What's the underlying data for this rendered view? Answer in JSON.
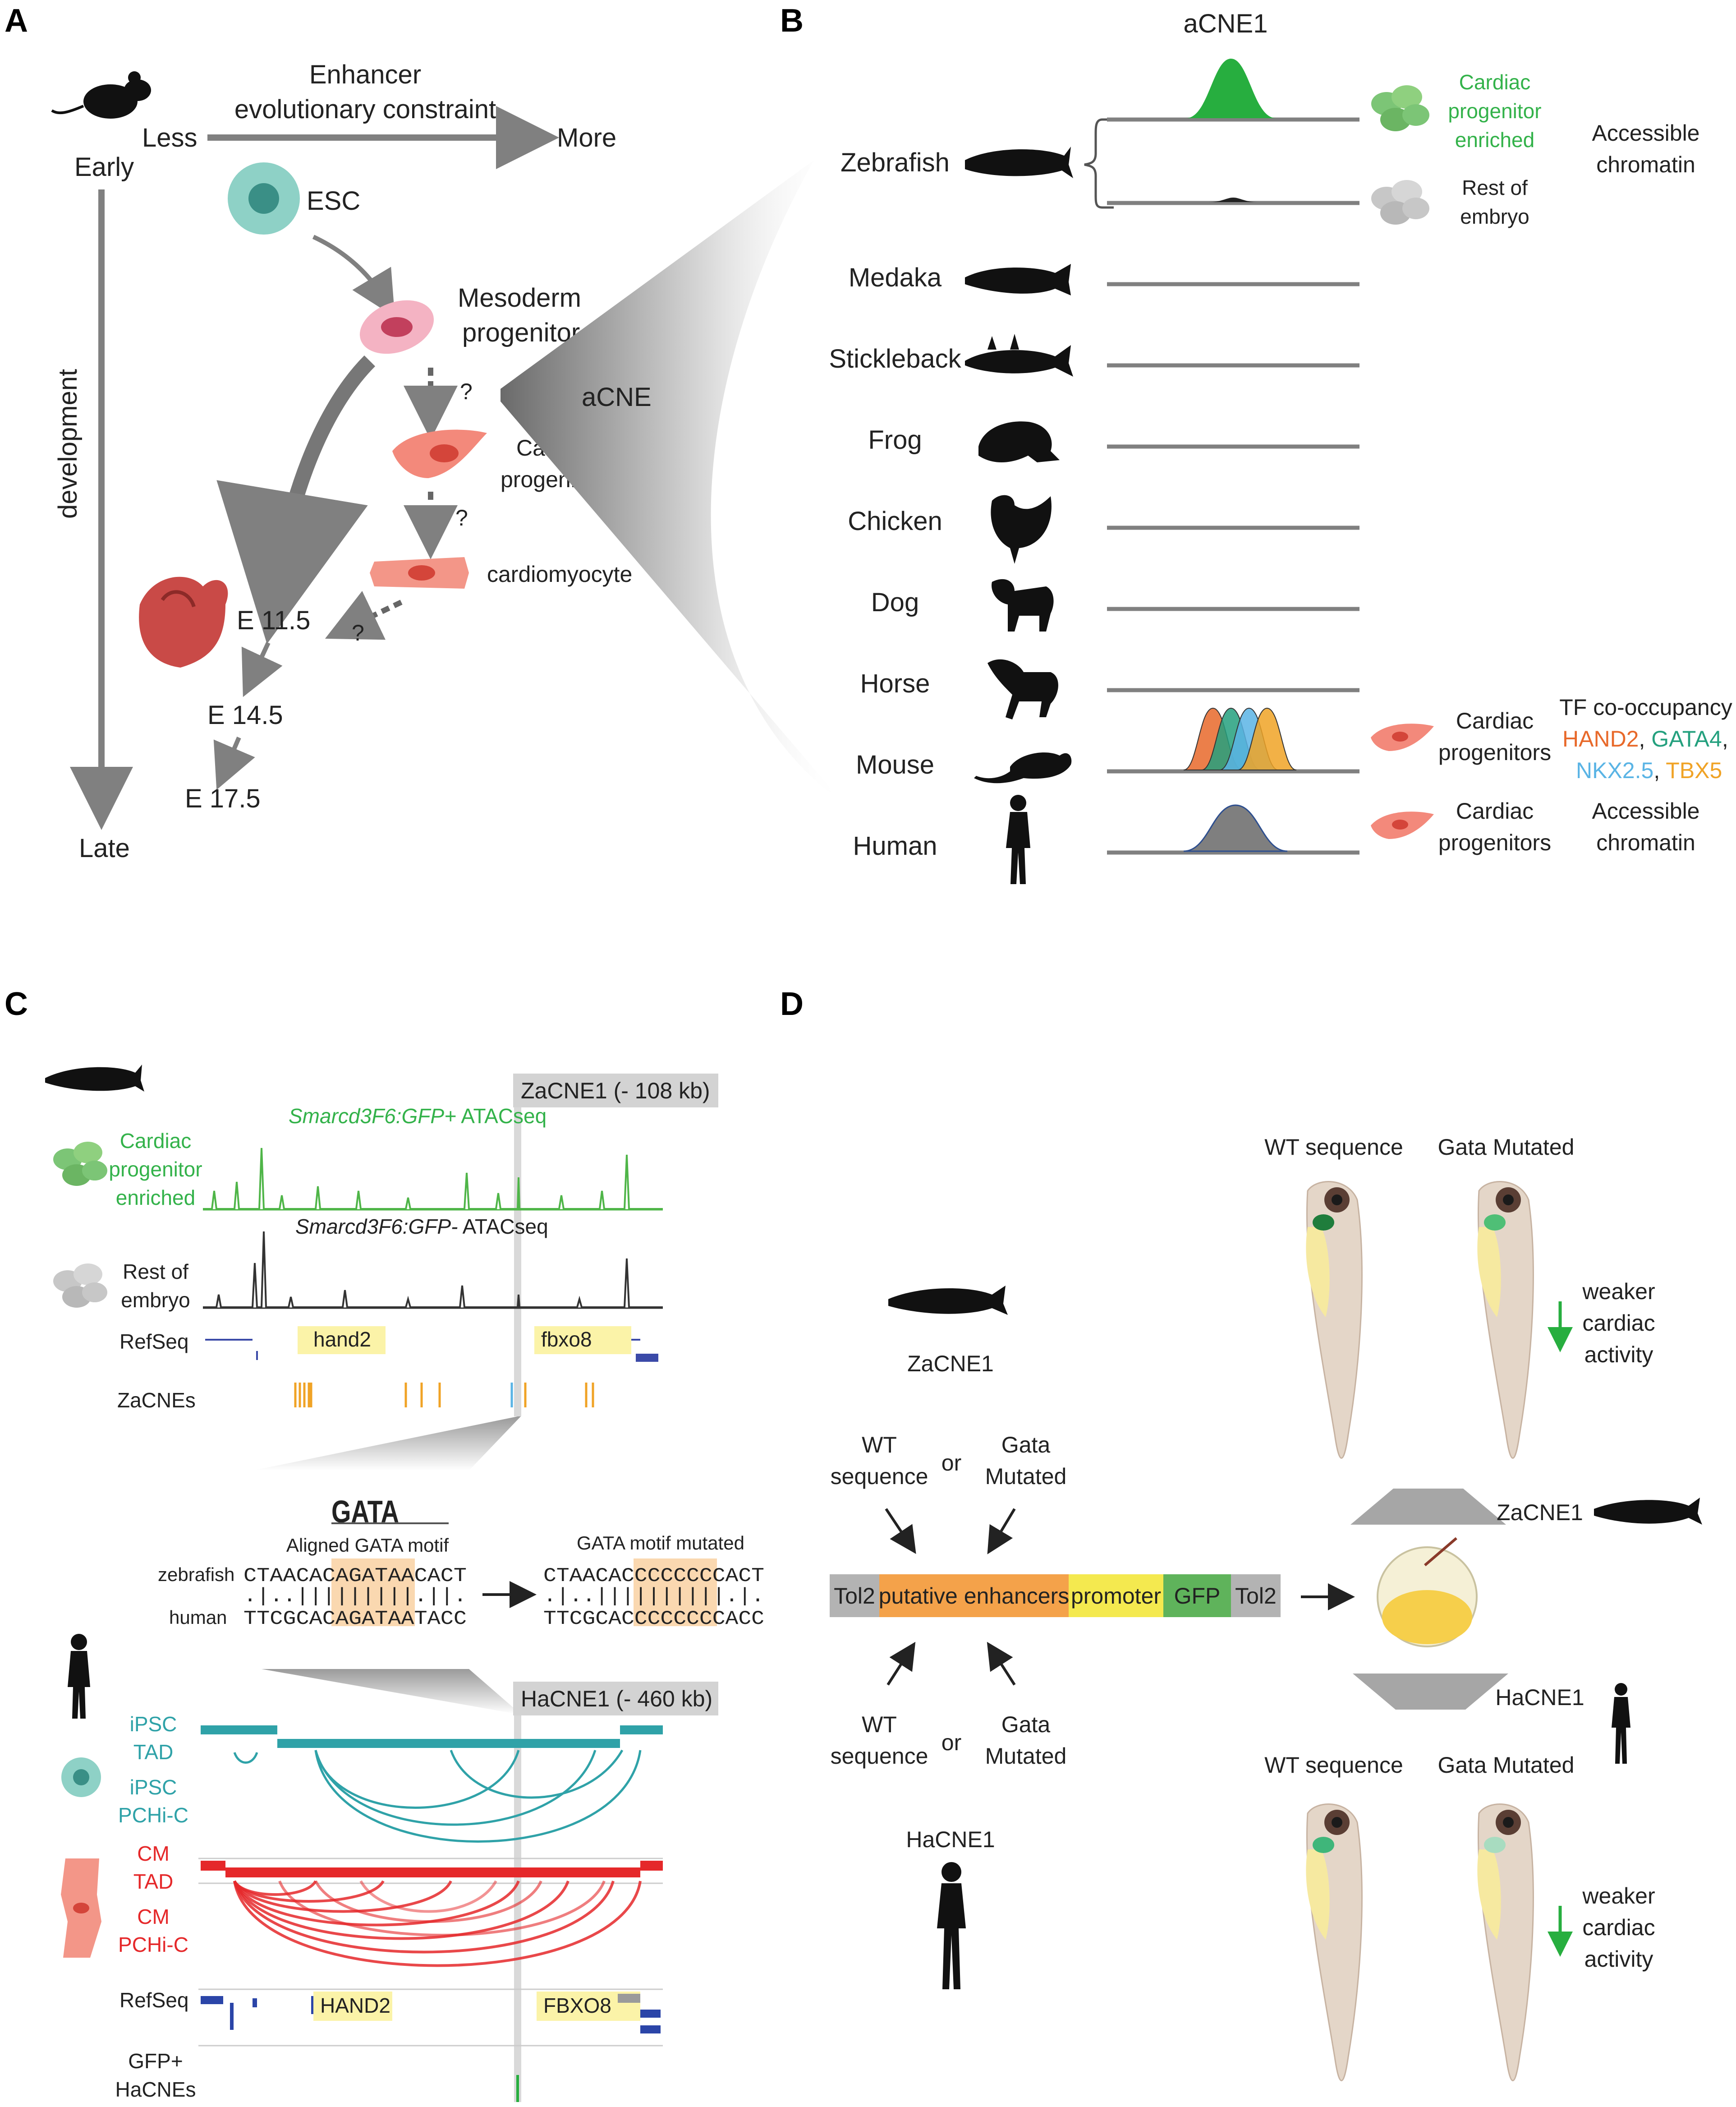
{
  "panels": [
    "A",
    "B",
    "C",
    "D"
  ],
  "panel_a": {
    "early": "Early",
    "late": "Late",
    "development": "development",
    "less": "Less",
    "more": "More",
    "constraint_line1": "Enhancer",
    "constraint_line2": "evolutionary constraint",
    "esc": "ESC",
    "mesoderm_line1": "Mesoderm",
    "mesoderm_line2": "progenitor",
    "acne": "aCNE",
    "cardiac_line1": "Cardiac",
    "cardiac_line2": "progenitors",
    "cardiomyocyte": "cardiomyocyte",
    "question": "?",
    "e115": "E 11.5",
    "e145": "E 14.5",
    "e175": "E 17.5"
  },
  "panel_b": {
    "title": "aCNE1",
    "species": [
      "Zebrafish",
      "Medaka",
      "Stickleback",
      "Frog",
      "Chicken",
      "Dog",
      "Horse",
      "Mouse",
      "Human"
    ],
    "zebrafish_top_label": [
      "Cardiac",
      "progenitor",
      "enriched"
    ],
    "zebrafish_bottom_label": [
      "Rest of",
      "embryo"
    ],
    "accessible_line1": "Accessible",
    "accessible_line2": "chromatin",
    "cardiac_line1": "Cardiac",
    "cardiac_line2": "progenitors",
    "tf_title": "TF co-occupancy",
    "tf": [
      {
        "name": "HAND2",
        "color": "#e8692a"
      },
      {
        "name": "GATA4",
        "color": "#24a07e"
      },
      {
        "name": "NKX2.5",
        "color": "#5ab4e5"
      },
      {
        "name": "TBX5",
        "color": "#f0a326"
      }
    ],
    "colors": {
      "zebrafish_peak": "#27ae3f",
      "human_peak": "#7f7f7f"
    }
  },
  "panel_c": {
    "zacne1": "ZaCNE1 (- 108 kb)",
    "hacne1": "HaCNE1 (- 460 kb)",
    "atac_pos_gene": "Smarcd3F6:GFP+",
    "atac_pos_rest": " ATACseq",
    "atac_neg_gene": "Smarcd3F6:GFP-",
    "atac_neg_rest": " ATACseq",
    "cardiac_label": [
      "Cardiac",
      "progenitor",
      "enriched"
    ],
    "rest_label": [
      "Rest of",
      "embryo"
    ],
    "refseq": "RefSeq",
    "hand2": "hand2",
    "fbxo8": "fbxo8",
    "zacnes": "ZaCNEs",
    "motif_logo": "GATA",
    "aligned_motif": "Aligned GATA motif",
    "motif_mutated": "GATA motif mutated",
    "zebrafish": "zebrafish",
    "human": "human",
    "seq_zf": "CTAACACAGATAACACT",
    "seq_align": " .|..|||||||||.||.",
    "seq_hs": "TTCGCACAGATAATACC",
    "mut_zf": "CTAACACCCCCCCCACT",
    "mut_align": " .|..||||||||||.|.",
    "mut_hs": "TTCGCACCCCCCCCACC",
    "ipsc_tad": [
      "iPSC",
      "TAD"
    ],
    "ipsc_pchic": [
      "iPSC",
      "PCHi-C"
    ],
    "cm_tad": [
      "CM",
      "TAD"
    ],
    "cm_pchic": [
      "CM",
      "PCHi-C"
    ],
    "HAND2": "HAND2",
    "FBXO8": "FBXO8",
    "gfp_hacnes": [
      "GFP+",
      "HaCNEs"
    ]
  },
  "panel_d": {
    "zacne1": "ZaCNE1",
    "hacne1": "HaCNE1",
    "wt_sequence": [
      "WT",
      "sequence"
    ],
    "gata_mutated": [
      "Gata",
      "Mutated"
    ],
    "or": "or",
    "construct": [
      {
        "label": "Tol2",
        "color": "#b3b3b3"
      },
      {
        "label": "putative enhancers",
        "color": "#f4a24a"
      },
      {
        "label": "promoter",
        "color": "#f4e94f"
      },
      {
        "label": "GFP",
        "color": "#5fb35b"
      },
      {
        "label": "Tol2",
        "color": "#b3b3b3"
      }
    ],
    "wt_header": "WT sequence",
    "gata_header": "Gata Mutated",
    "weaker": [
      "weaker",
      "cardiac",
      "activity"
    ]
  }
}
